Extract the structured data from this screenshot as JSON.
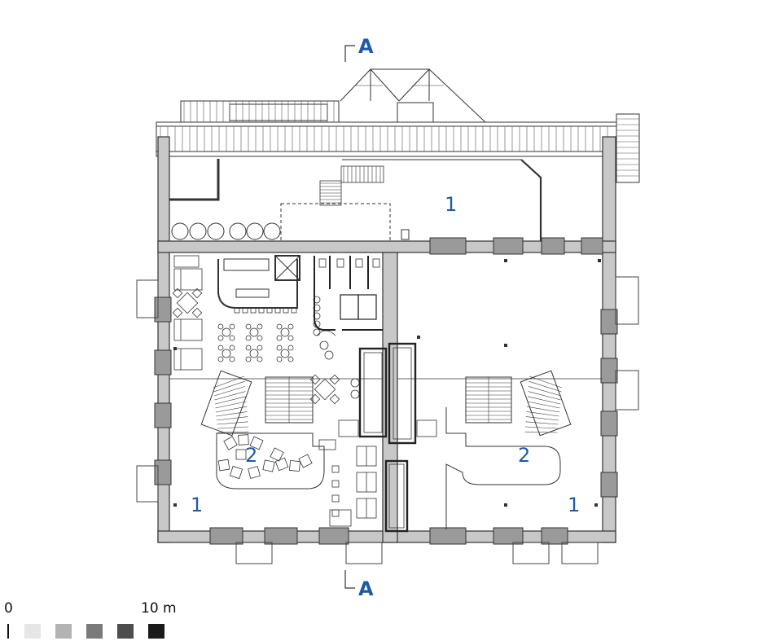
{
  "section_marker": {
    "top": "A",
    "bottom": "A"
  },
  "room_labels": {
    "annex": "1",
    "west_hall": "1",
    "east_hall": "1",
    "west_stair": "2",
    "east_stair": "2"
  },
  "scale_bar": {
    "start": "0",
    "end": "10 m",
    "shades": [
      "#e6e6e6",
      "#b3b3b3",
      "#7a7a7a",
      "#4d4d4d",
      "#1a1a1a"
    ]
  },
  "colors": {
    "label": "#1f5aa6",
    "wall_fill": "#c8c8c8",
    "line": "#333333"
  }
}
